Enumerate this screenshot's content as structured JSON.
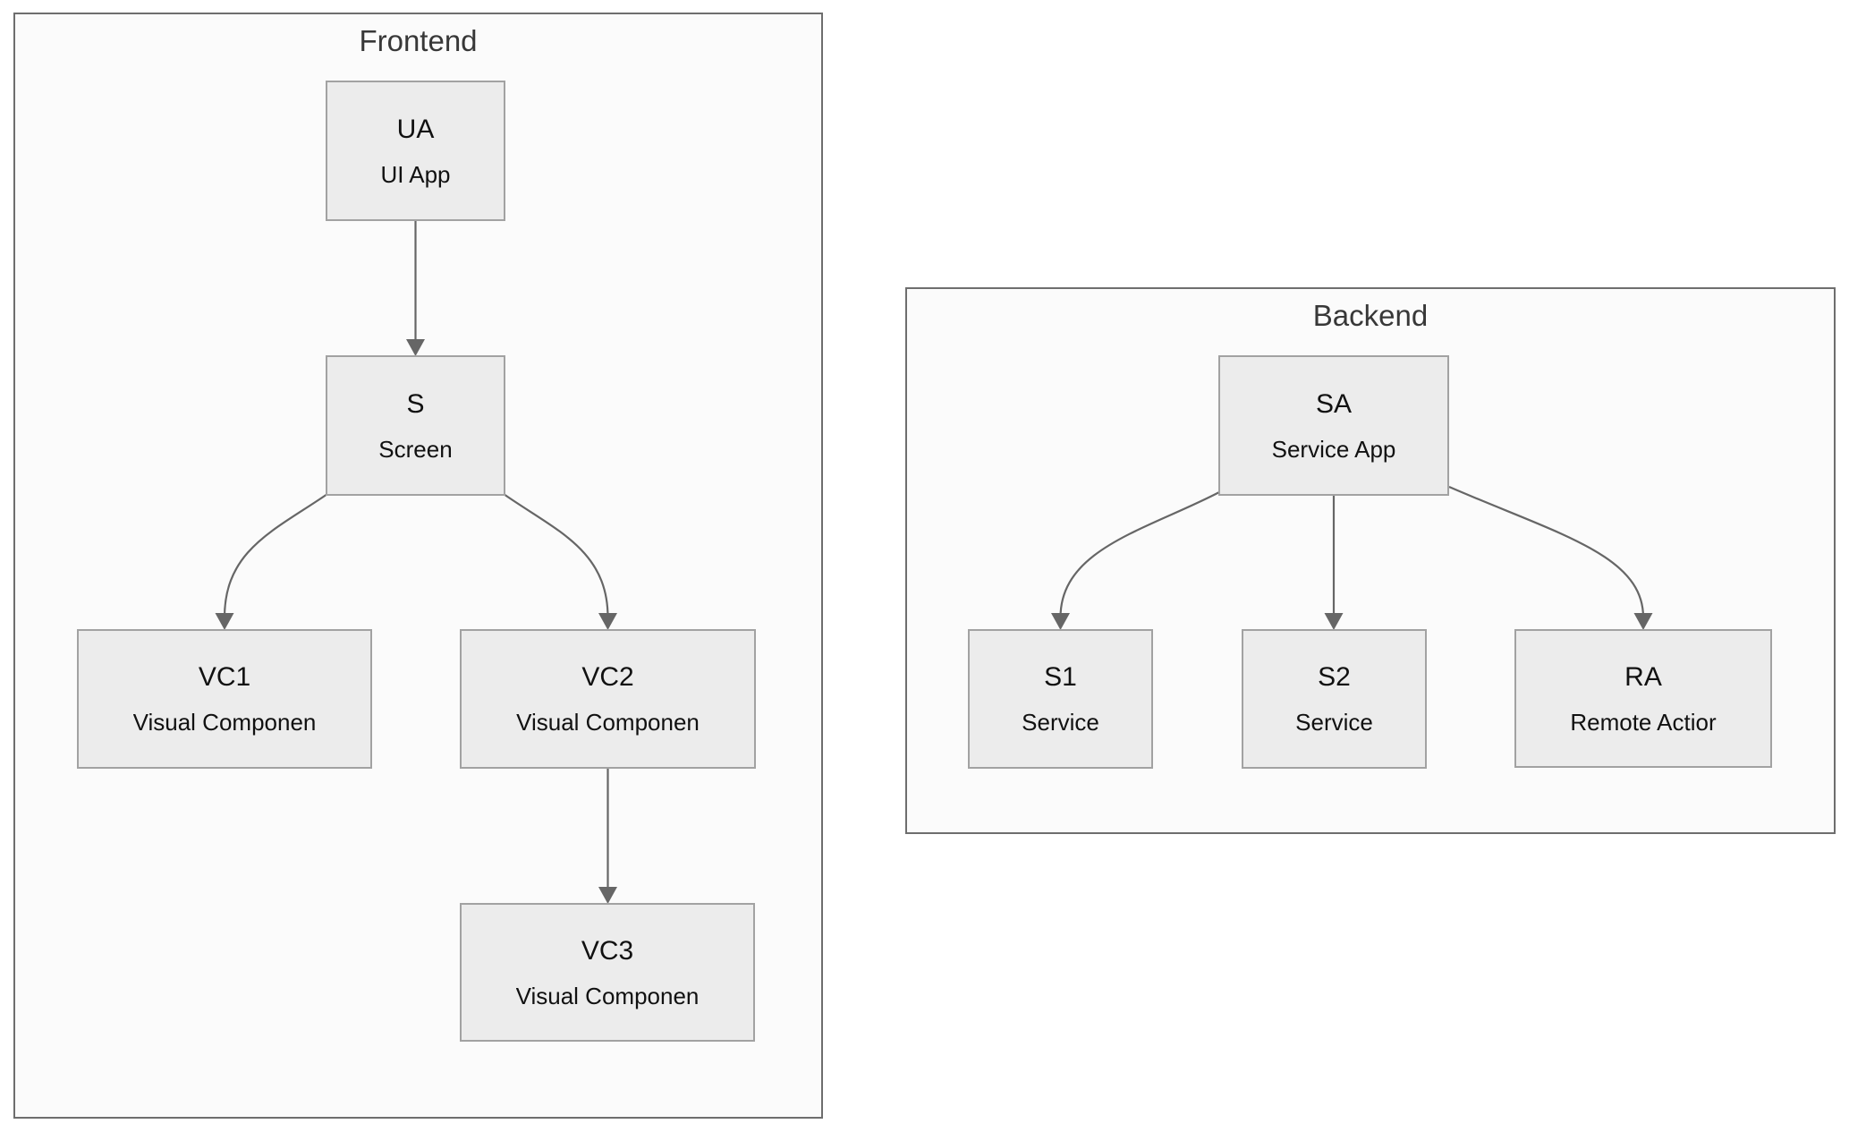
{
  "diagram": {
    "type": "flowchart",
    "clusters": [
      {
        "id": "frontend",
        "title": "Frontend"
      },
      {
        "id": "backend",
        "title": "Backend"
      }
    ],
    "nodes": [
      {
        "id": "UA",
        "title": "UA",
        "subtitle": "UI App",
        "cluster": "frontend"
      },
      {
        "id": "S",
        "title": "S",
        "subtitle": "Screen",
        "cluster": "frontend"
      },
      {
        "id": "VC1",
        "title": "VC1",
        "subtitle": "Visual Componen",
        "cluster": "frontend"
      },
      {
        "id": "VC2",
        "title": "VC2",
        "subtitle": "Visual Componen",
        "cluster": "frontend"
      },
      {
        "id": "VC3",
        "title": "VC3",
        "subtitle": "Visual Componen",
        "cluster": "frontend"
      },
      {
        "id": "SA",
        "title": "SA",
        "subtitle": "Service App",
        "cluster": "backend"
      },
      {
        "id": "S1",
        "title": "S1",
        "subtitle": "Service",
        "cluster": "backend"
      },
      {
        "id": "S2",
        "title": "S2",
        "subtitle": "Service",
        "cluster": "backend"
      },
      {
        "id": "RA",
        "title": "RA",
        "subtitle": "Remote Actior",
        "cluster": "backend"
      }
    ],
    "edges": [
      {
        "from": "UA",
        "to": "S"
      },
      {
        "from": "S",
        "to": "VC1"
      },
      {
        "from": "S",
        "to": "VC2"
      },
      {
        "from": "VC2",
        "to": "VC3"
      },
      {
        "from": "SA",
        "to": "S1"
      },
      {
        "from": "SA",
        "to": "S2"
      },
      {
        "from": "SA",
        "to": "RA"
      }
    ],
    "colors": {
      "background": "#ffffff",
      "node_fill": "#ececec",
      "node_border": "#a2a2a2",
      "cluster_fill": "#fbfbfb",
      "cluster_border": "#6e6e6e",
      "edge": "#666666",
      "node_text": "#111111",
      "cluster_title": "#383838"
    }
  }
}
